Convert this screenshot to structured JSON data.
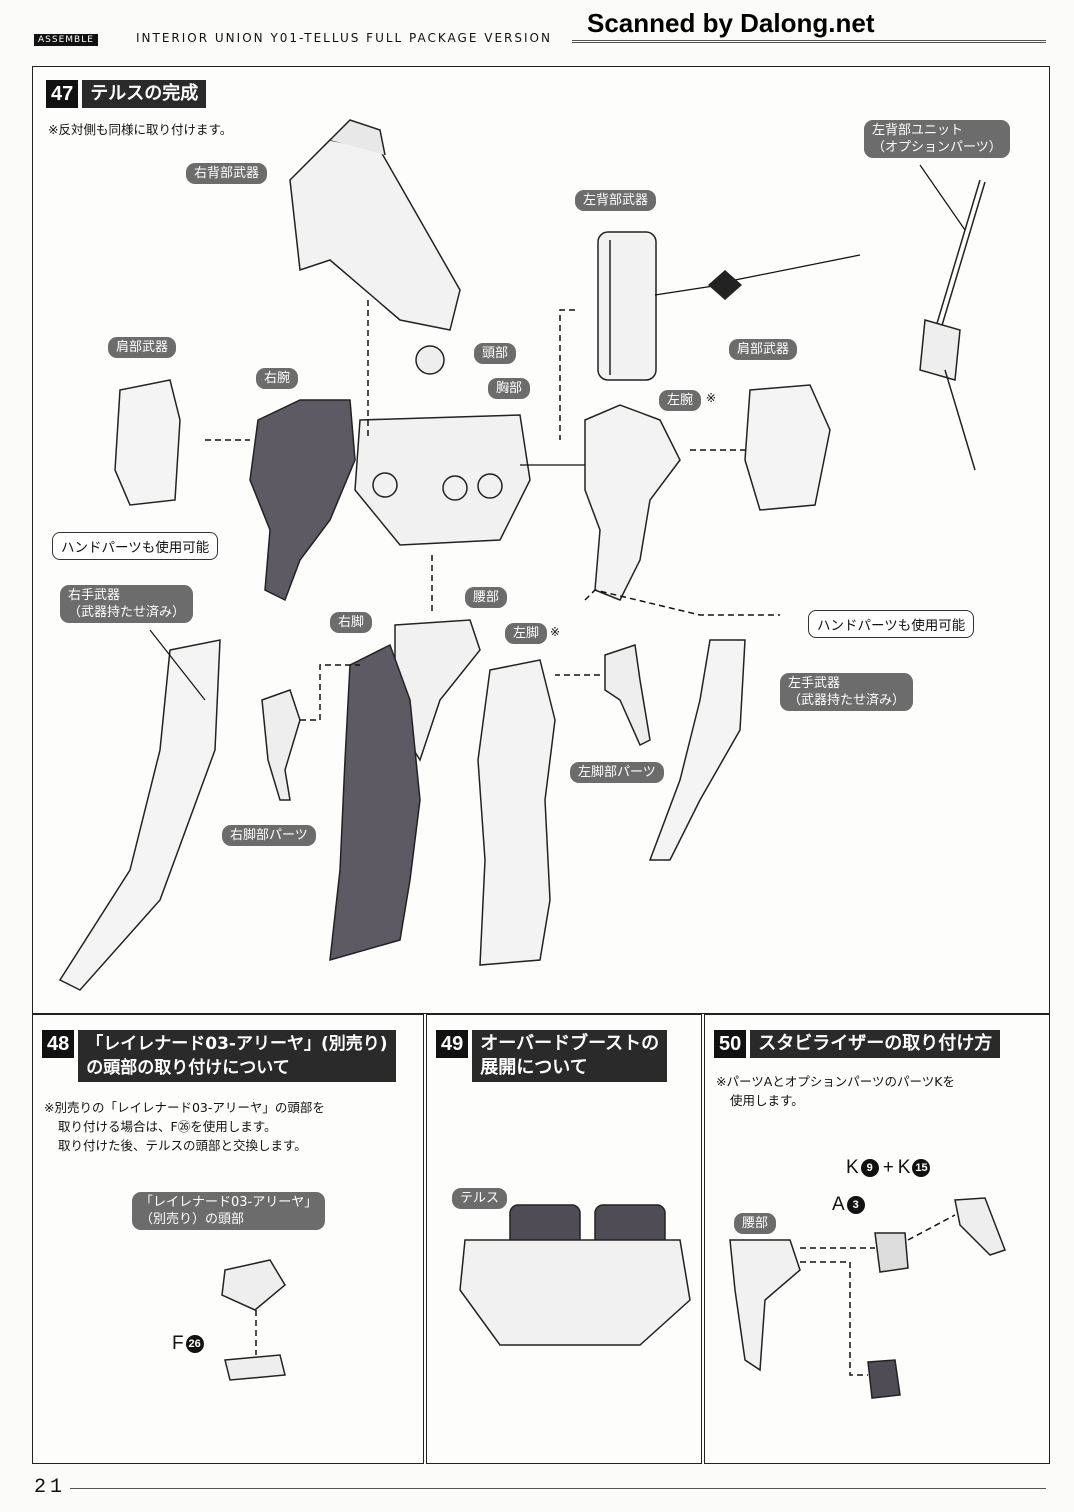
{
  "header": {
    "tag": "ASSEMBLE",
    "title": "INTERIOR UNION Y01-TELLUS FULL PACKAGE VERSION",
    "watermark": "Scanned by Dalong.net"
  },
  "step47": {
    "number": "47",
    "title": "テルスの完成",
    "note": "※反対側も同様に取り付けます。",
    "labels": {
      "right_back_weapon": "右背部武器",
      "left_back_weapon": "左背部武器",
      "left_back_unit_1": "左背部ユニット",
      "left_back_unit_2": "（オプションパーツ）",
      "shoulder_weapon_l": "肩部武器",
      "shoulder_weapon_r": "肩部武器",
      "head": "頭部",
      "chest": "胸部",
      "right_arm": "右腕",
      "left_arm": "左腕",
      "hand_parts_1": "ハンドパーツも使用可能",
      "hand_parts_2": "ハンドパーツも使用可能",
      "right_hand_weapon_1": "右手武器",
      "right_hand_weapon_2": "（武器持たせ済み）",
      "left_hand_weapon_1": "左手武器",
      "left_hand_weapon_2": "（武器持たせ済み）",
      "waist": "腰部",
      "right_leg": "右脚",
      "left_leg": "左脚",
      "left_leg_parts": "左脚部パーツ",
      "right_leg_parts": "右脚部パーツ"
    },
    "mark": "※"
  },
  "step48": {
    "number": "48",
    "title_1": "「レイレナード03-アリーヤ」(別売り)",
    "title_2": "の頭部の取り付けについて",
    "note_1": "※別売りの「レイレナード03-アリーヤ」の頭部を",
    "note_2": "取り付ける場合は、F㉖を使用します。",
    "note_3": "取り付けた後、テルスの頭部と交換します。",
    "label_1": "「レイレナード03-アリーヤ」",
    "label_2": "（別売り）の頭部",
    "part_letter": "F",
    "part_num": "26"
  },
  "step49": {
    "number": "49",
    "title_1": "オーバードブーストの",
    "title_2": "展開について",
    "label": "テルス"
  },
  "step50": {
    "number": "50",
    "title": "スタビライザーの取り付け方",
    "note_1": "※パーツAとオプションパーツのパーツKを",
    "note_2": "使用します。",
    "label": "腰部",
    "k_letter": "K",
    "k1": "9",
    "plus": "+",
    "k2_letter": "K",
    "k2": "15",
    "a_letter": "A",
    "a_num": "3"
  },
  "page_number": "21"
}
